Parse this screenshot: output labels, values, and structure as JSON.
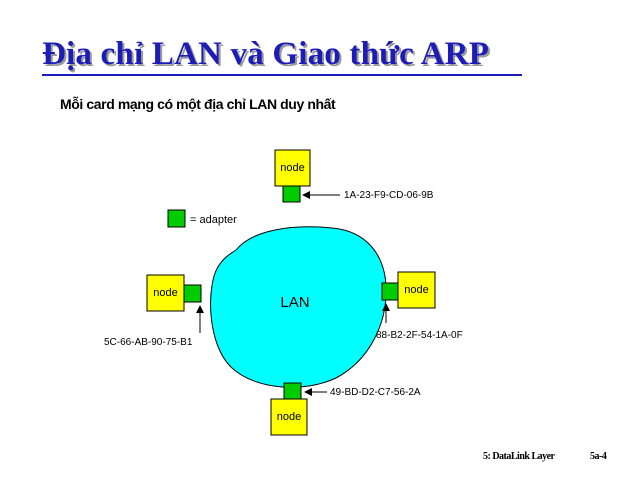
{
  "slide": {
    "title": "Địa chỉ LAN và Giao thức ARP",
    "subtitle": "Mỗi card mạng có một địa chỉ LAN duy nhất",
    "footer_left": "5: DataLink Layer",
    "footer_right": "5a-4"
  },
  "diagram": {
    "network_label": "LAN",
    "legend_label": "= adapter",
    "nodes": {
      "top": {
        "label": "node",
        "mac": "1A-23-F9-CD-06-9B"
      },
      "left": {
        "label": "node",
        "mac": "5C-66-AB-90-75-B1"
      },
      "right": {
        "label": "node",
        "mac": "88-B2-2F-54-1A-0F"
      },
      "bottom": {
        "label": "node",
        "mac": "49-BD-D2-C7-56-2A"
      }
    },
    "colors": {
      "title": "#1c1cb8",
      "node_fill": "#ffff00",
      "adapter_fill": "#00cc00",
      "lan_fill": "#00ffff"
    }
  }
}
